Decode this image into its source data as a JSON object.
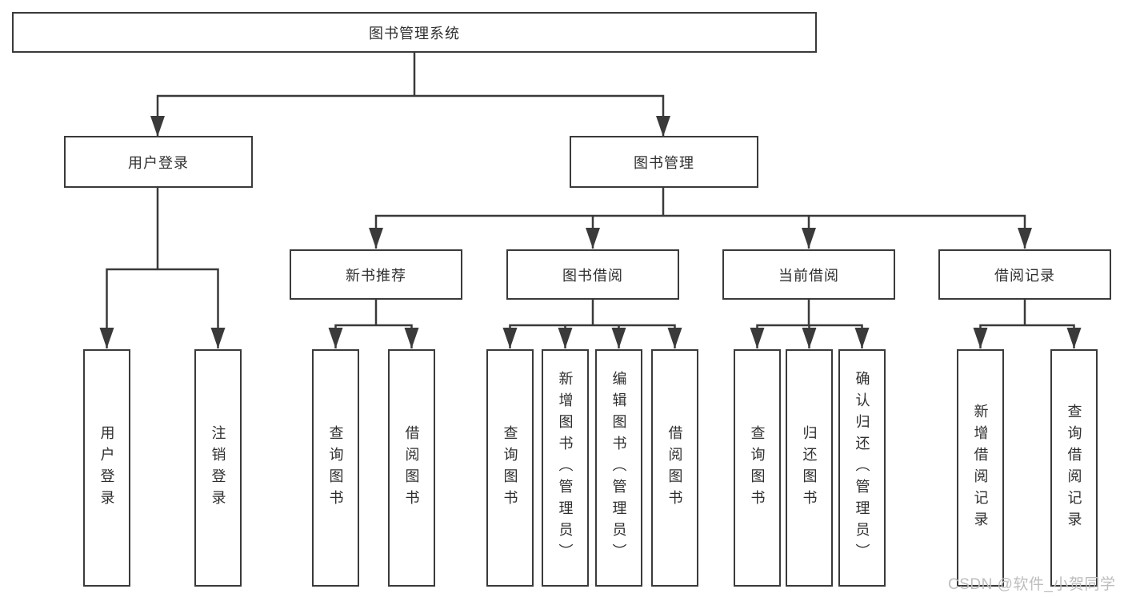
{
  "diagram": {
    "root": {
      "label": "图书管理系统"
    },
    "level2": [
      "用户登录",
      "图书管理"
    ],
    "level3": [
      "新书推荐",
      "图书借阅",
      "当前借阅",
      "借阅记录"
    ],
    "leaves": {
      "user_login": [
        "用户登录",
        "注销登录"
      ],
      "new_book_rec": [
        "查询图书",
        "借阅图书"
      ],
      "book_borrow": [
        "查询图书",
        "新增图书（管理员）",
        "编辑图书（管理员）",
        "借阅图书"
      ],
      "current_borrow": [
        "查询图书",
        "归还图书",
        "确认归还（管理员）"
      ],
      "borrow_record": [
        "新增借阅记录",
        "查询借阅记录"
      ]
    },
    "colors": {
      "line": "#3a3a3a",
      "text": "#2f2f2f",
      "watermark_text": "#bdbdbd",
      "background": "#ffffff"
    }
  },
  "watermark": {
    "text": "CSDN @软件_小贺同学"
  }
}
